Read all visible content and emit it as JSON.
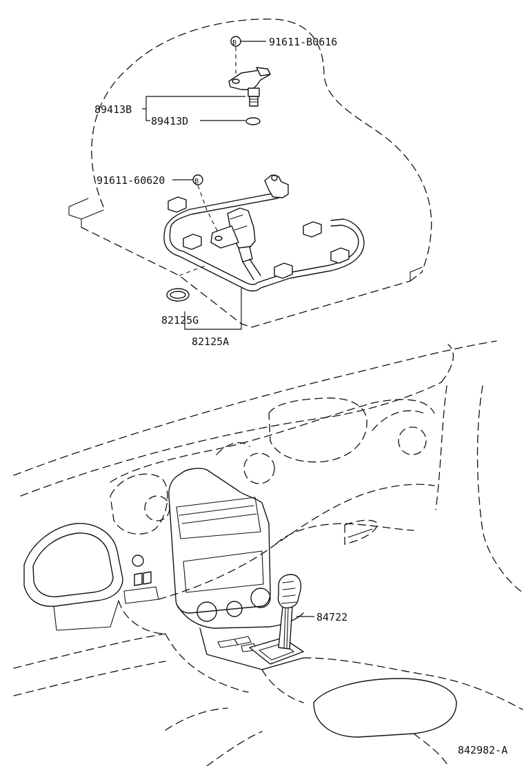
{
  "parts": {
    "bolt_b0616": "91611-B0616",
    "sensor_89413b": "89413B",
    "oring_89413d": "89413D",
    "bolt_60620": "91611-60620",
    "grommet_82125g": "82125G",
    "harness_82125a": "82125A",
    "shifter_84722": "84722"
  },
  "bolt_marker": "B",
  "figure_code": "842982-A"
}
